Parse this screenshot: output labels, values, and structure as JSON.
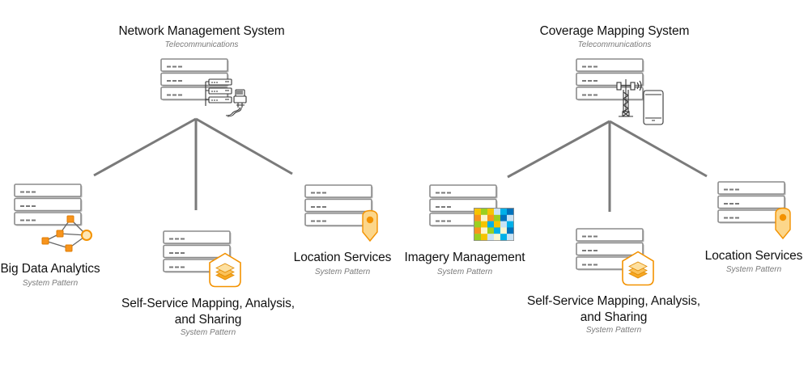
{
  "diagrams": [
    {
      "root": {
        "title": "Network Management System",
        "subtitle": "Telecommunications",
        "icon": "network-switch-icon"
      },
      "children": [
        {
          "label": "Big Data Analytics",
          "subtitle": "System Pattern",
          "icon": "graph-network-icon"
        },
        {
          "label": "Self-Service Mapping, Analysis, and Sharing",
          "subtitle": "System Pattern",
          "icon": "layers-hexagon-icon"
        },
        {
          "label": "Location Services",
          "subtitle": "System Pattern",
          "icon": "location-pin-icon"
        }
      ]
    },
    {
      "root": {
        "title": "Coverage Mapping System",
        "subtitle": "Telecommunications",
        "icon": "cell-tower-phone-icon"
      },
      "children": [
        {
          "label": "Imagery Management",
          "subtitle": "System Pattern",
          "icon": "imagery-mosaic-icon"
        },
        {
          "label": "Self-Service Mapping, Analysis, and Sharing",
          "subtitle": "System Pattern",
          "icon": "layers-hexagon-icon"
        },
        {
          "label": "Location Services",
          "subtitle": "System Pattern",
          "icon": "location-pin-icon"
        }
      ]
    }
  ],
  "colors": {
    "connector": "#7a7a7a",
    "server_outline": "#8c8c8c",
    "accent_orange": "#f39200",
    "accent_light": "#fcd68a",
    "accent_pale": "#fde6b4"
  },
  "mosaic": [
    [
      "#f5c400",
      "#9bcf1f",
      "#f5c400",
      "#c9e3f5",
      "#00b0e8",
      "#0072bc"
    ],
    [
      "#f7941d",
      "#fbf6cf",
      "#f7941d",
      "#9bcf1f",
      "#0072bc",
      "#c9e3f5"
    ],
    [
      "#9bcf1f",
      "#f5c400",
      "#00b0e8",
      "#f5c400",
      "#c9e3f5",
      "#00b0e8"
    ],
    [
      "#f7941d",
      "#fbf6cf",
      "#9bcf1f",
      "#00b0e8",
      "#fbf6cf",
      "#0072bc"
    ],
    [
      "#9bcf1f",
      "#f5c400",
      "#c9e3f5",
      "#fbf6cf",
      "#00b0e8",
      "#c9e3f5"
    ]
  ]
}
